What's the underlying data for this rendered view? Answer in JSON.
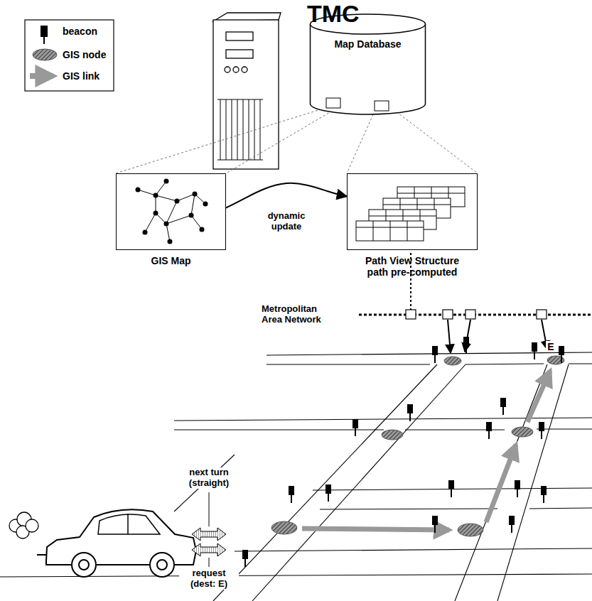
{
  "diagram": {
    "nodes": [
      {
        "text": [
          "Map Database"
        ]
      },
      {
        "text": [
          "GIS Map"
        ]
      },
      {
        "text": [
          "Path View Structure",
          "path pre-computed"
        ]
      }
    ],
    "edges": [
      {
        "from": 1,
        "to": 2,
        "label": "dynamic update",
        "arrow": "to"
      }
    ],
    "labels": [
      "TMC",
      "Metropolitan Area Network",
      "next turn (straight)",
      "request (dest: E)",
      "E"
    ],
    "legend": [
      {
        "text": "beacon"
      },
      {
        "text": "GIS node"
      },
      {
        "text": "GIS link"
      }
    ]
  }
}
